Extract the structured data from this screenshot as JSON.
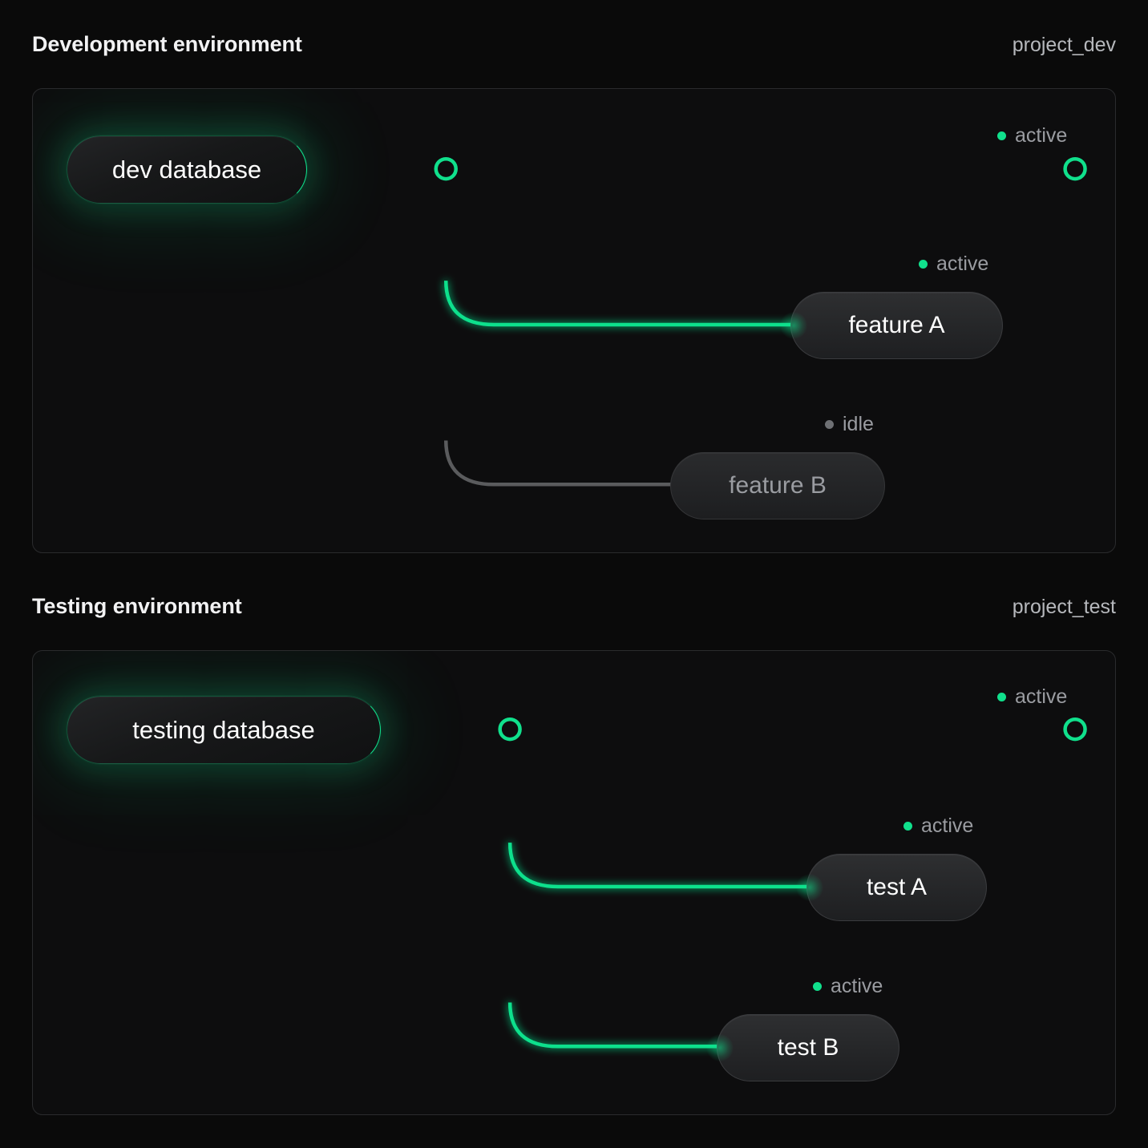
{
  "theme": {
    "background": "#0a0a0a",
    "panel_bg": "#0d0d0e",
    "panel_border": "#2a2b2d",
    "accent_active": "#10e08c",
    "muted_idle": "#6e7074",
    "text_primary": "#ffffff",
    "text_muted": "#9a9ca1"
  },
  "sections": [
    {
      "title": "Development environment",
      "tag": "project_dev",
      "source": {
        "label": "dev database",
        "state": "active"
      },
      "trunk_endpoint": {
        "state": "active",
        "status": "active"
      },
      "branches": [
        {
          "label": "feature A",
          "status": "active",
          "state": "active"
        },
        {
          "label": "feature B",
          "status": "idle",
          "state": "idle"
        }
      ]
    },
    {
      "title": "Testing environment",
      "tag": "project_test",
      "source": {
        "label": "testing database",
        "state": "active"
      },
      "trunk_endpoint": {
        "state": "active",
        "status": "active"
      },
      "branches": [
        {
          "label": "test A",
          "status": "active",
          "state": "active"
        },
        {
          "label": "test B",
          "status": "active",
          "state": "active"
        }
      ]
    }
  ]
}
